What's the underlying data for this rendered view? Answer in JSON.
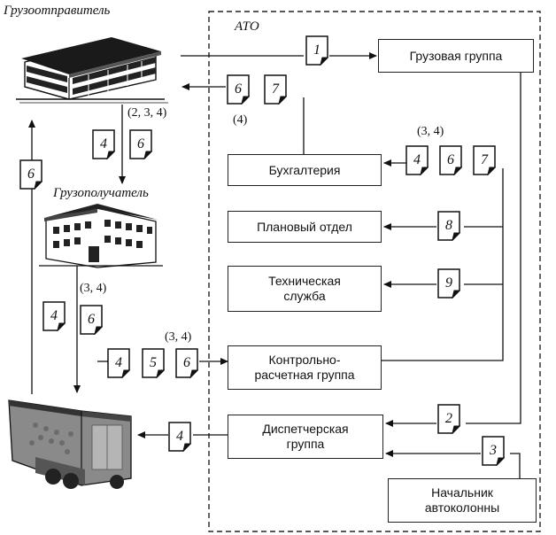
{
  "labels": {
    "shipper": "Грузоотправитель",
    "consignee": "Грузополучатель",
    "ato": "АТО"
  },
  "boxes": {
    "cargo_group": "Грузовая группа",
    "accounting": "Бухгалтерия",
    "planning": "Плановый отдел",
    "technical": "Техническая\nслужба",
    "control": "Контрольно-\nрасчетная группа",
    "dispatch": "Диспетчерская\nгруппа",
    "chief": "Начальник\nавтоколонны"
  },
  "docs": {
    "d1": "1",
    "d6a": "6",
    "d7a": "7",
    "d4a": "4",
    "d6b": "6",
    "d6c": "6",
    "d4b": "4",
    "d6d": "6",
    "d7b": "7",
    "d8": "8",
    "d9": "9",
    "d4c": "4",
    "d6e": "6",
    "d4d": "4",
    "d5": "5",
    "d6f": "6",
    "d2": "2",
    "d3": "3",
    "d4e": "4"
  },
  "parens": {
    "p1": "(2, 3, 4)",
    "p2": "(4)",
    "p3": "(3, 4)",
    "p4": "(3, 4)",
    "p5": "(3, 4)"
  },
  "icons": {
    "shipper": "office-building-icon",
    "consignee": "warehouse-building-icon",
    "truck": "truck-icon"
  }
}
